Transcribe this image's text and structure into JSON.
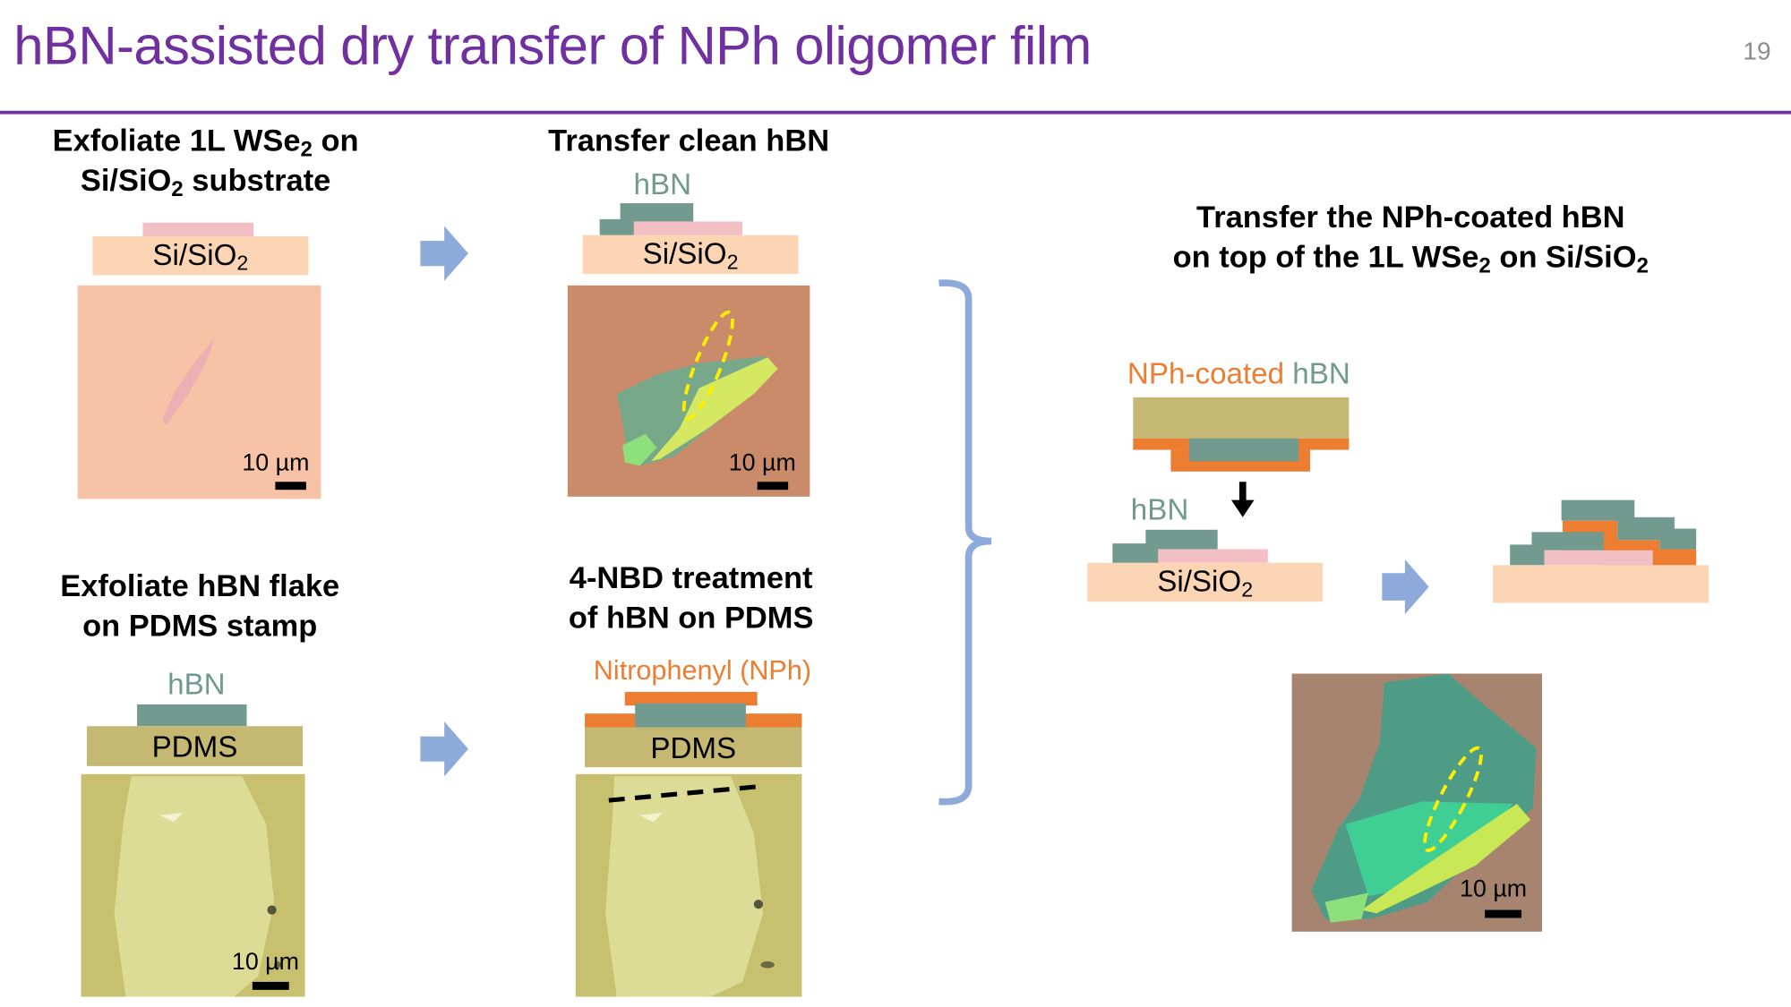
{
  "slide": {
    "title": "hBN-assisted dry transfer of NPh oligomer film",
    "page_number": "19"
  },
  "step1": {
    "line1_a": "Exfoliate 1L WSe",
    "line1_sub": "2",
    "line1_b": " on",
    "line2_a": "Si/SiO",
    "line2_sub": "2",
    "line2_b": " substrate",
    "substrate_a": "Si/SiO",
    "substrate_sub": "2",
    "scale": "10 µm"
  },
  "step2": {
    "heading": "Transfer clean hBN",
    "hbn_label": "hBN",
    "substrate_a": "Si/SiO",
    "substrate_sub": "2",
    "scale": "10 µm"
  },
  "step3": {
    "line1": "Exfoliate hBN flake",
    "line2": "on PDMS stamp",
    "hbn_label": "hBN",
    "pdms_label": "PDMS",
    "scale": "10 µm"
  },
  "step4": {
    "line1": "4-NBD treatment",
    "line2": "of hBN on PDMS",
    "nph_label": "Nitrophenyl (NPh)",
    "pdms_label": "PDMS"
  },
  "step5": {
    "line1": "Transfer the NPh-coated hBN",
    "line2_a": "on top of the 1L WSe",
    "line2_sub": "2",
    "line2_b": " on Si/SiO",
    "line2_sub2": "2",
    "nph_label": "NPh-coated",
    "nph_hbn_label": " hBN",
    "hbn_label": "hBN",
    "substrate_a": "Si/SiO",
    "substrate_sub": "2",
    "scale": "10 µm"
  },
  "colors": {
    "accent": "#7030a0",
    "arrow": "#8eaadb",
    "hbn": "#739a8f",
    "nph": "#ed7d31",
    "substrate": "#fcd5b5",
    "wse2": "#f2bfc4",
    "pdms": "#c4b872"
  }
}
